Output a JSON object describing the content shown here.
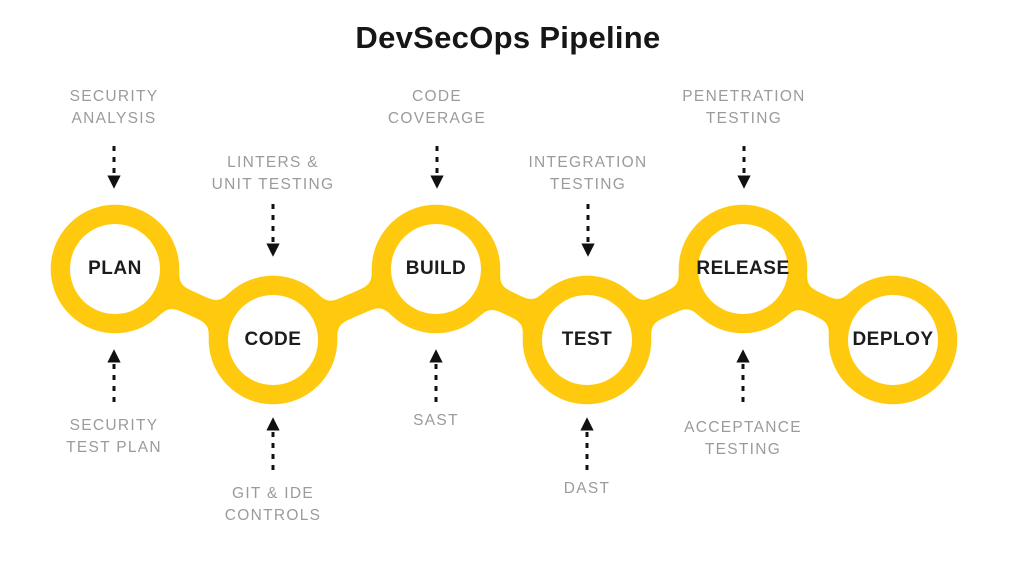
{
  "title": "DevSecOps Pipeline",
  "colors": {
    "chain": "#FFC90D",
    "background": "#FFFFFF",
    "stage_label": "#1C1C1C",
    "annotation": "#9B9B9B",
    "arrow": "#111111",
    "title": "#161616"
  },
  "pipeline": {
    "stages": [
      {
        "label": "PLAN",
        "row": "upper",
        "annotation_above": [
          "SECURITY",
          "ANALYSIS"
        ],
        "annotation_below": [
          "SECURITY",
          "TEST PLAN"
        ]
      },
      {
        "label": "CODE",
        "row": "lower",
        "annotation_above": [
          "LINTERS &",
          "UNIT TESTING"
        ],
        "annotation_below": [
          "GIT & IDE",
          "CONTROLS"
        ]
      },
      {
        "label": "BUILD",
        "row": "upper",
        "annotation_above": [
          "CODE",
          "COVERAGE"
        ],
        "annotation_below": [
          "SAST"
        ]
      },
      {
        "label": "TEST",
        "row": "lower",
        "annotation_above": [
          "INTEGRATION",
          "TESTING"
        ],
        "annotation_below": [
          "DAST"
        ]
      },
      {
        "label": "RELEASE",
        "row": "upper",
        "annotation_above": [
          "PENETRATION",
          "TESTING"
        ],
        "annotation_below": [
          "ACCEPTANCE",
          "TESTING"
        ]
      },
      {
        "label": "DEPLOY",
        "row": "lower"
      }
    ]
  }
}
